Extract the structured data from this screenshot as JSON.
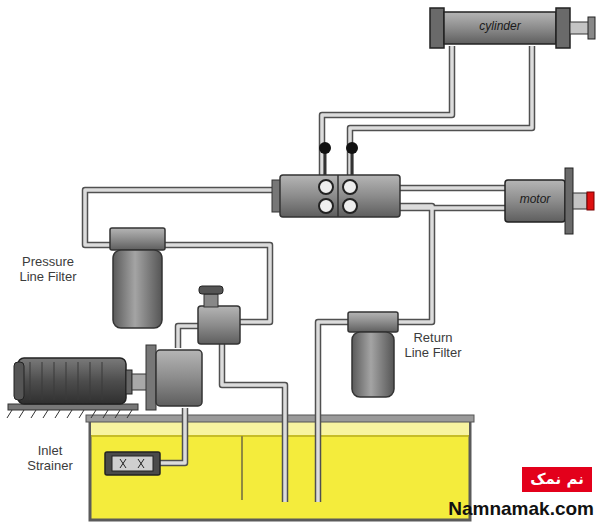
{
  "diagram": {
    "nodes": [
      {
        "text": [
          "cylinder"
        ]
      },
      {
        "text": [
          "motor"
        ]
      },
      {
        "text": [
          "Pressure Line Filter"
        ]
      },
      {
        "text": [
          "Return Line Filter"
        ]
      },
      {
        "text": [
          "Inlet Strainer"
        ]
      }
    ],
    "labels": [
      "نم نمک",
      "Namnamak.com"
    ]
  }
}
